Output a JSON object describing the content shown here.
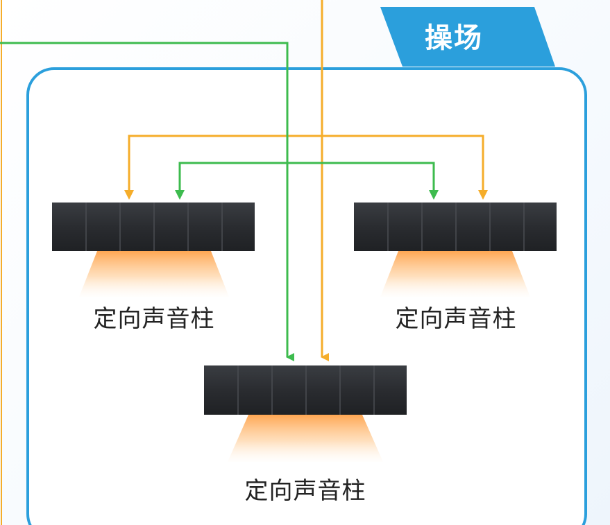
{
  "area": {
    "name": "操场"
  },
  "speakers": [
    {
      "label": "定向声音柱"
    },
    {
      "label": "定向声音柱"
    },
    {
      "label": "定向声音柱"
    }
  ],
  "colors": {
    "frame": "#2b9fdc",
    "tab": "#2b9fdc",
    "line_green": "#3dbb4e",
    "line_orange": "#f5ad2a",
    "speaker_body": "#2a2c30",
    "sound_beam": "#ffb25a"
  }
}
